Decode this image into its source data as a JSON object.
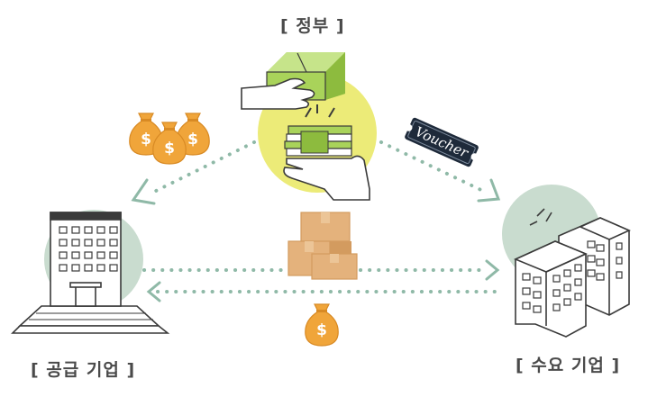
{
  "labels": {
    "government": "[ 정부 ]",
    "supplier": "[ 공급 기업 ]",
    "demander": "[ 수요 기업 ]",
    "voucher": "Voucher",
    "dollar": "$"
  },
  "colors": {
    "dotted_line": "#8fb9a7",
    "circle_gov": "#eceb78",
    "circle_company": "#c9dccf",
    "box_green": "#a9d35a",
    "box_green_dark": "#8dbb3e",
    "money_bag": "#f0a53a",
    "money_bag_dark": "#d88a24",
    "cardboard": "#e4b27c",
    "cardboard_dark": "#d39b5f",
    "voucher_bg": "#1e2a3a",
    "line_art": "#3a3a3a"
  },
  "icons": [
    "money-bags-icon",
    "money-bag-icon",
    "voucher-ticket-icon",
    "cardboard-boxes-icon",
    "gift-box-hand-icon",
    "cash-hand-icon",
    "supplier-building-icon",
    "demander-buildings-icon"
  ]
}
